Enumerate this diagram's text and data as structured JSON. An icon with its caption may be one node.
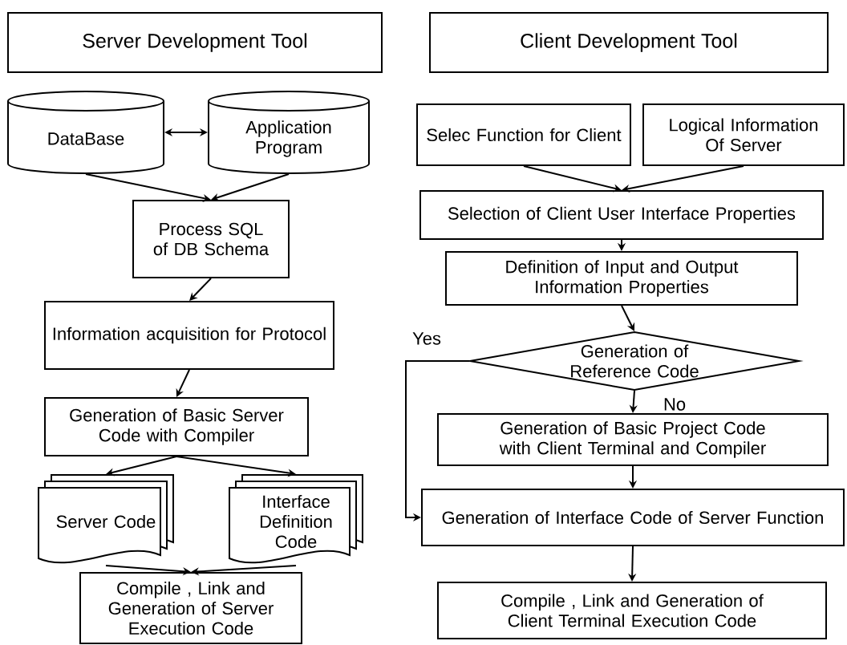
{
  "diagram": {
    "nodes": [
      {
        "text": [
          "Server Development Tool"
        ]
      },
      {
        "text": [
          "DataBase"
        ]
      },
      {
        "text": [
          "Application Program"
        ]
      },
      {
        "text": [
          "Process SQL of DB Schema"
        ]
      },
      {
        "text": [
          "Information acquisition for Protocol"
        ]
      },
      {
        "text": [
          "Generation of Basic Server Code with Compiler"
        ]
      },
      {
        "text": [
          "Server Code"
        ]
      },
      {
        "text": [
          "Interface Definition Code"
        ]
      },
      {
        "text": [
          "Compile , Link and Generation of Server Execution Code"
        ]
      },
      {
        "text": [
          "Client Development Tool"
        ]
      },
      {
        "text": [
          "Selec Function for Client"
        ]
      },
      {
        "text": [
          "Logical Information Of Server"
        ]
      },
      {
        "text": [
          "Selection of Client User Interface Properties"
        ]
      },
      {
        "text": [
          "Definition of Input and Output Information Properties"
        ]
      },
      {
        "text": [
          "Generation of Reference Code"
        ]
      },
      {
        "text": [
          "Generation of Basic Project Code with Client Terminal and Compiler"
        ]
      },
      {
        "text": [
          "Generation of Interface Code of Server Function"
        ]
      },
      {
        "text": [
          "Compile , Link and Generation of Client Terminal Execution Code"
        ]
      }
    ],
    "edges": [
      {
        "from": 1,
        "to": 2,
        "arrow": "both"
      },
      {
        "from": 1,
        "to": 3,
        "arrow": "to"
      },
      {
        "from": 2,
        "to": 3,
        "arrow": "to"
      },
      {
        "from": 3,
        "to": 4,
        "arrow": "to"
      },
      {
        "from": 4,
        "to": 5,
        "arrow": "to"
      },
      {
        "from": 5,
        "to": 6,
        "arrow": "to"
      },
      {
        "from": 5,
        "to": 7,
        "arrow": "to"
      },
      {
        "from": 6,
        "to": 8,
        "arrow": "to"
      },
      {
        "from": 7,
        "to": 8,
        "arrow": "to"
      },
      {
        "from": 10,
        "to": 12,
        "arrow": "to"
      },
      {
        "from": 11,
        "to": 12,
        "arrow": "to"
      },
      {
        "from": 12,
        "to": 13,
        "arrow": "to"
      },
      {
        "from": 13,
        "to": 14,
        "arrow": "to"
      },
      {
        "from": 14,
        "to": 15,
        "label": "No",
        "arrow": "to"
      },
      {
        "from": 14,
        "to": 16,
        "label": "Yes",
        "arrow": "to"
      },
      {
        "from": 15,
        "to": 16,
        "arrow": "to"
      },
      {
        "from": 16,
        "to": 17,
        "arrow": "to"
      }
    ]
  }
}
